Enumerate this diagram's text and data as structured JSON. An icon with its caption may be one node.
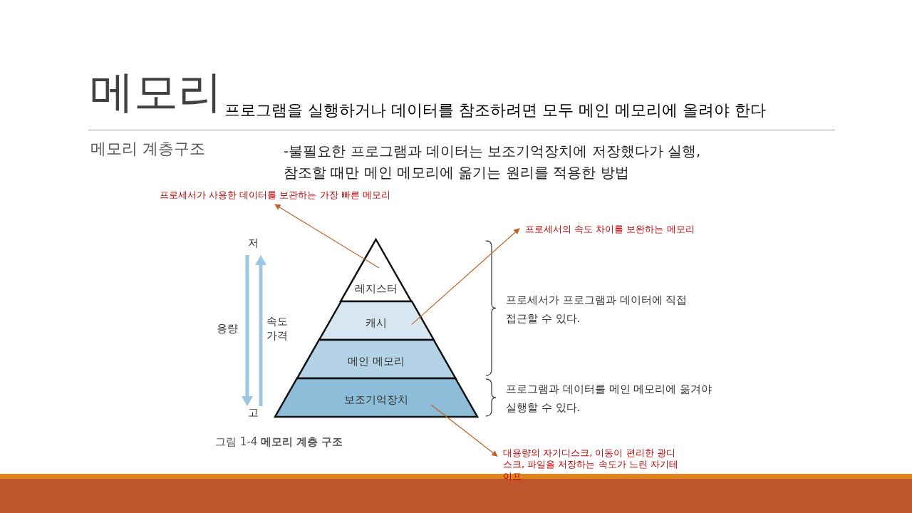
{
  "diagram": {
    "title": "메모리",
    "caption": "그림 1-4 **메모리 계층 구조**",
    "nodes": [
      {
        "text": [
          "프로세서가 사용한 데이터를 보관하는 가장 빠른 메모리"
        ]
      },
      {
        "text": [
          "프로세서의 속도 차이를 보완하는 메모리"
        ]
      },
      {
        "text": [
          "레지스터"
        ]
      },
      {
        "text": [
          "캐시"
        ]
      },
      {
        "text": [
          "메인 메모리"
        ]
      },
      {
        "text": [
          "보조기억장치"
        ]
      },
      {
        "text": [
          "대용량의 자기디스크, 이동이 편리한 광디스크, 파일을 저장하는 속도가 느린 자기테이프"
        ]
      }
    ],
    "edges": [
      {
        "from": 2,
        "to": 0,
        "arrow": "to"
      },
      {
        "from": 3,
        "to": 1,
        "arrow": "to"
      },
      {
        "from": 5,
        "to": 6,
        "arrow": "to"
      }
    ],
    "labels": [
      "프로그램을 실행하거나 데이터를 참조하려면 모두 메인 메모리에 올려야 한다",
      "메모리 계층구조",
      "-불필요한 프로그램과 데이터는 보조기억장치에 저장했다가 실행, 참조할 때만 메인 메모리에 옮기는 원리를 적용한 방법",
      "저",
      "용량",
      "속도 가격",
      "고",
      "프로세서가 프로그램과 데이터에 직접 접근할 수 있다.",
      "프로그램과 데이터를 메인 메모리에 옮겨야 실행할 수 있다."
    ]
  }
}
